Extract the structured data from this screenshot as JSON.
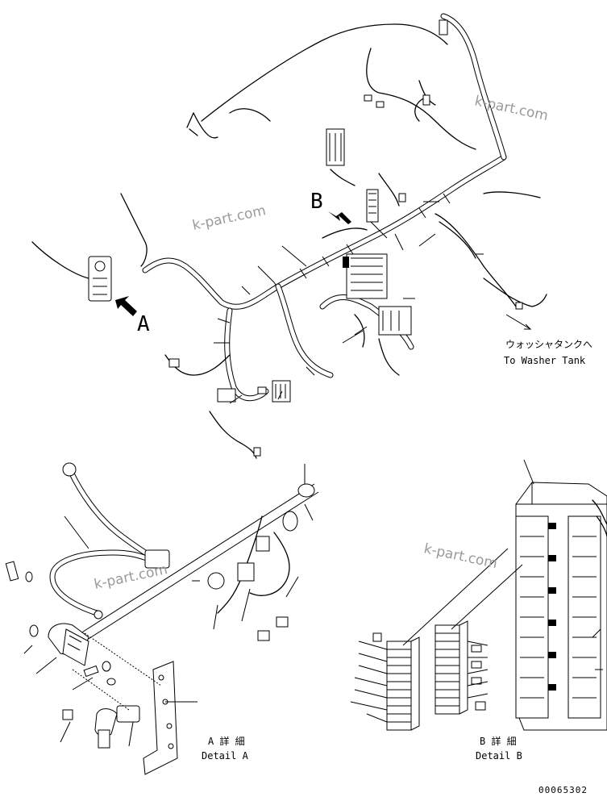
{
  "watermarks": [
    "k-part.com",
    "k-part.com",
    "k-part.com",
    "k-part.com"
  ],
  "view_markers": {
    "a_letter": "A",
    "b_letter": "B"
  },
  "washer_tank": {
    "japanese": "ウォッシャタンクへ",
    "english": "To Washer Tank"
  },
  "detail_a": {
    "japanese": "A 詳 細",
    "english": "Detail A"
  },
  "detail_b": {
    "japanese": "B 詳 細",
    "english": "Detail B"
  },
  "drawing_number": "00065302"
}
